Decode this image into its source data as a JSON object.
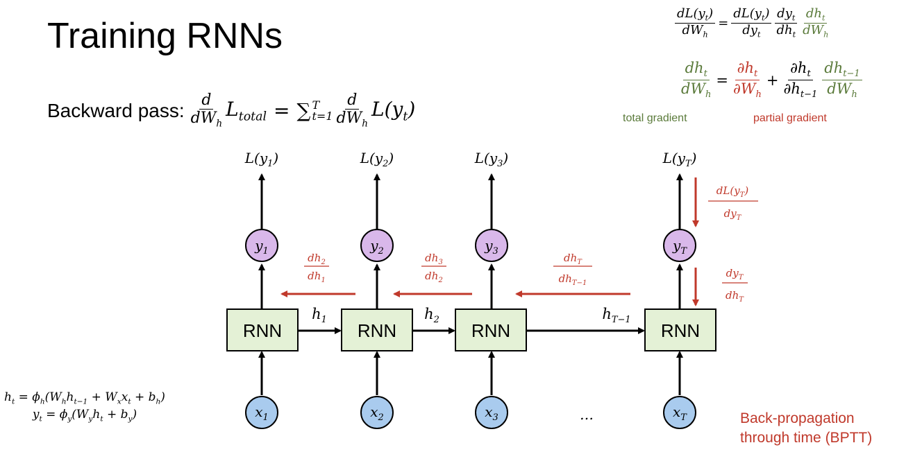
{
  "slide": {
    "title": "Training RNNs",
    "backward_label": "Backward pass:"
  },
  "equations": {
    "eq1": {
      "lhs_num": "dL(y",
      "lhs_num_sub": "t",
      "lhs_num_close": ")",
      "lhs_den": "dW",
      "lhs_den_sub": "h"
    },
    "total_gradient_label": "total gradient",
    "partial_gradient_label": "partial gradient"
  },
  "recurrence": {
    "line1": "h_t = φ_h(W_h h_{t−1} + W_x x_t + b_h)",
    "line2": "y_t = φ_y(W_y h_t + b_y)"
  },
  "diagram": {
    "cell_label": "RNN",
    "ellipsis": "…",
    "inputs": [
      "x1",
      "x2",
      "x3",
      "xT"
    ],
    "outputs": [
      "y1",
      "y2",
      "y3",
      "yT"
    ],
    "losses": [
      "L(y1)",
      "L(y2)",
      "L(y3)",
      "L(yT)"
    ],
    "hidden": [
      "h1",
      "h2",
      "hT−1"
    ],
    "back_grads": [
      "dh2/dh1",
      "dh3/dh2",
      "dhT/dhT−1"
    ],
    "side_grads": [
      "dL(yT)/dyT",
      "dyT/dhT"
    ]
  },
  "bptt": {
    "line1": "Back-propagation",
    "line2": "through time (BPTT)"
  },
  "colors": {
    "cell_fill": "#e4f1d6",
    "output_fill": "#d9b8ea",
    "input_fill": "#a9cbee",
    "red": "#c0392b",
    "green": "#5a7a3a"
  }
}
